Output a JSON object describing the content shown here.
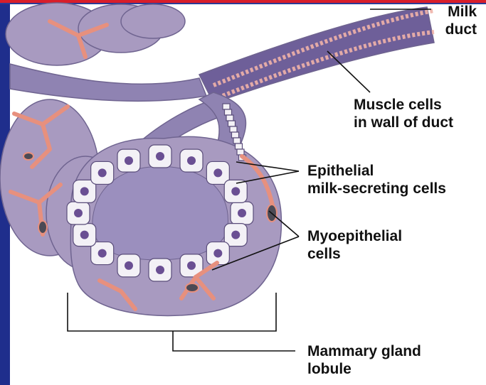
{
  "colors": {
    "bar_red": "#d81e2a",
    "bar_blue": "#2b3a97",
    "side_blue": "#1f2e8c",
    "tissue": "#a89ac0",
    "tissue_dark": "#6f6490",
    "duct": "#8f83b2",
    "cell_fill": "#f3f1f6",
    "nucleus": "#6a4f93",
    "myo": "#e7907e",
    "muscle": "#f0b3a8"
  },
  "labels": {
    "milk_duct": [
      "Milk",
      "duct"
    ],
    "muscle_cells": [
      "Muscle cells",
      "in wall of duct"
    ],
    "epithelial": [
      "Epithelial",
      "milk-secreting cells"
    ],
    "myoepithelial": [
      "Myoepithelial",
      "cells"
    ],
    "mammary": [
      "Mammary gland",
      "lobule"
    ]
  }
}
